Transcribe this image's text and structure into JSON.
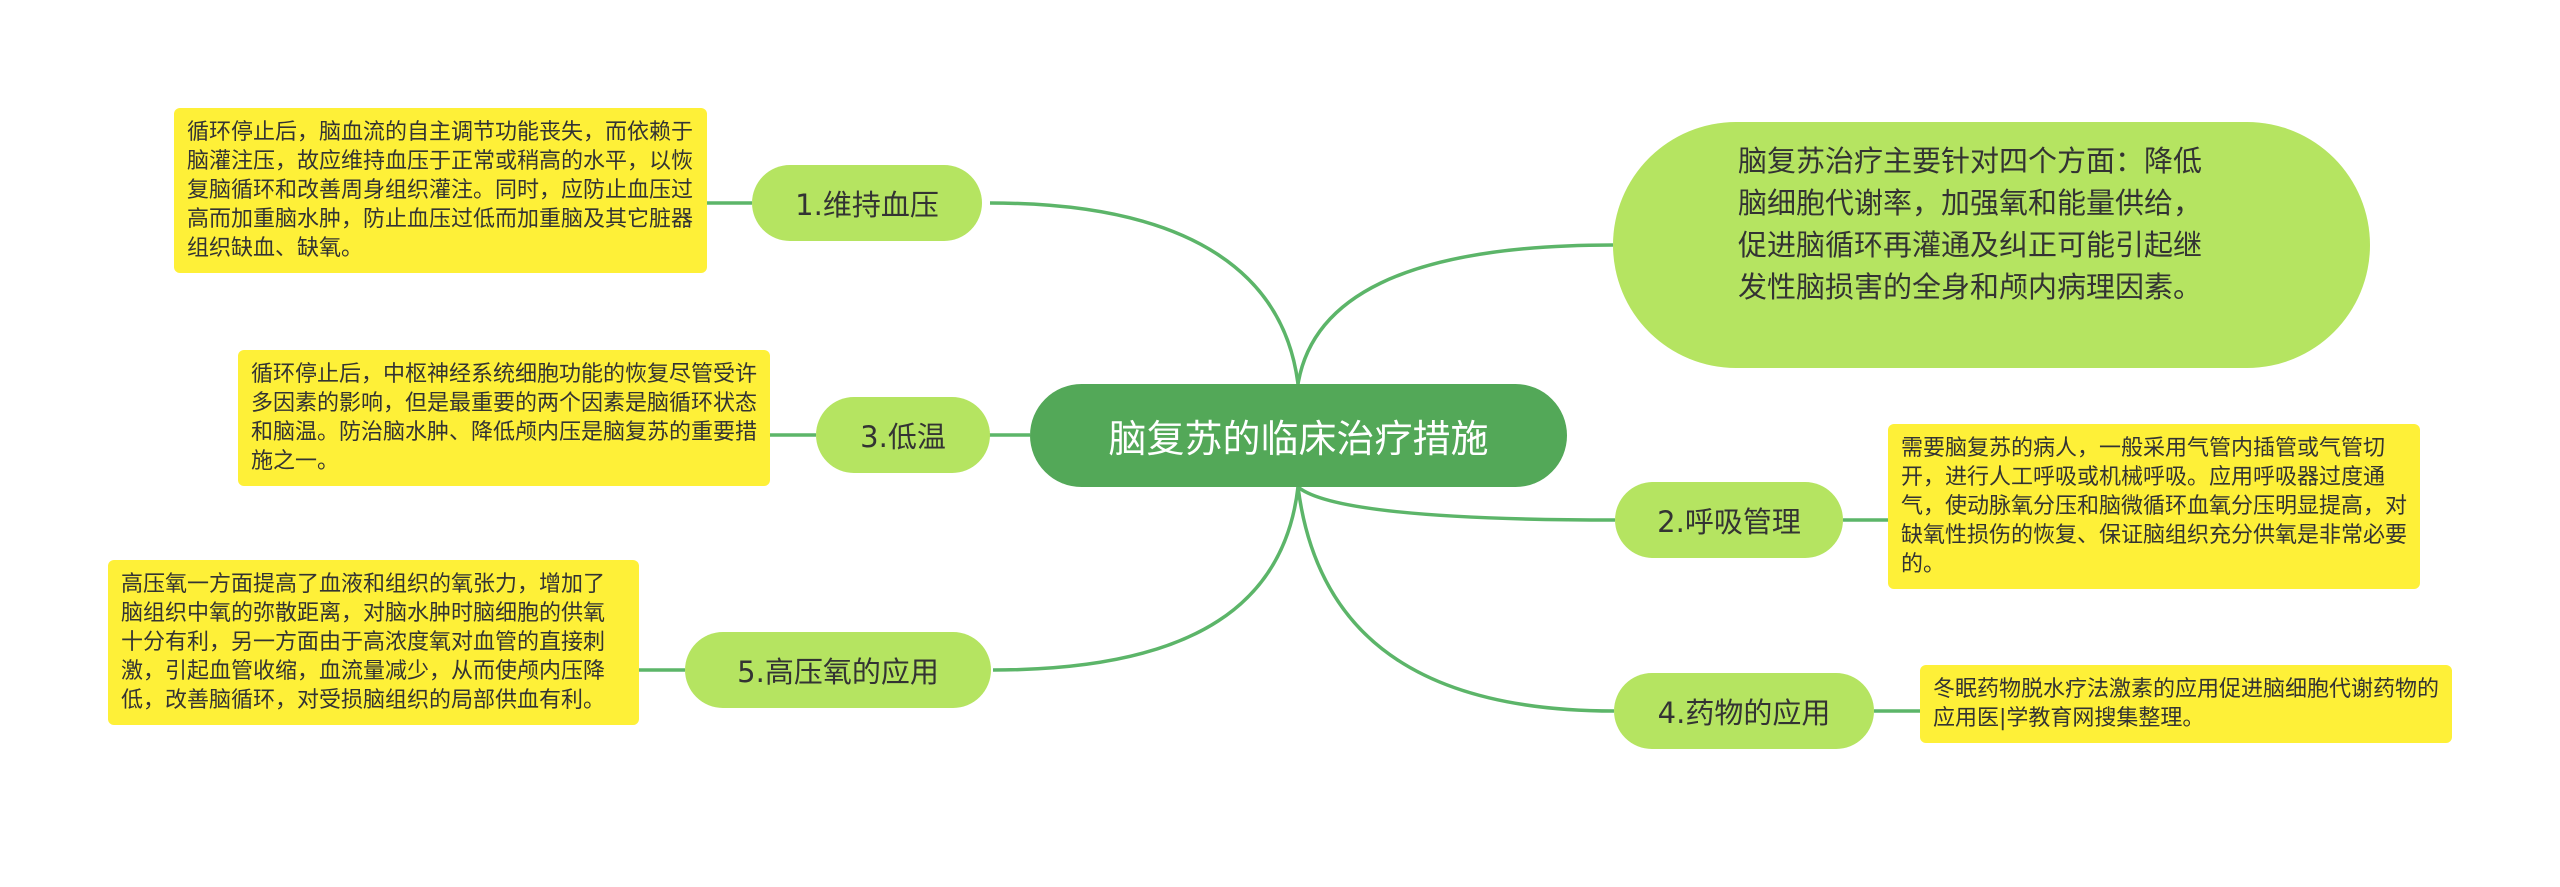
{
  "central_topic": "脑复苏的临床治疗措施",
  "summary": "脑复苏治疗主要针对四个方面：降低脑细胞代谢率，加强氧和能量供给，促进脑循环再灌通及纠正可能引起继发性脑损害的全身和颅内病理因素。",
  "branches": [
    {
      "label": "1.维持血压",
      "note": "循环停止后，脑血流的自主调节功能丧失，而依赖于脑灌注压，故应维持血压于正常或稍高的水平，以恢复脑循环和改善周身组织灌注。同时，应防止血压过高而加重脑水肿，防止血压过低而加重脑及其它脏器组织缺血、缺氧。"
    },
    {
      "label": "3.低温",
      "note": "循环停止后，中枢神经系统细胞功能的恢复尽管受许多因素的影响，但是最重要的两个因素是脑循环状态和脑温。防治脑水肿、降低颅内压是脑复苏的重要措施之一。"
    },
    {
      "label": "5.高压氧的应用",
      "note": "高压氧一方面提高了血液和组织的氧张力，增加了脑组织中氧的弥散距离，对脑水肿时脑细胞的供氧十分有利，另一方面由于高浓度氧对血管的直接刺激，引起血管收缩，血流量减少，从而使颅内压降低，改善脑循环，对受损脑组织的局部供血有利。"
    },
    {
      "label": "2.呼吸管理",
      "note": "需要脑复苏的病人，一般采用气管内插管或气管切开，进行人工呼吸或机械呼吸。应用呼吸器过度通气，使动脉氧分压和脑微循环血氧分压明显提高，对缺氧性损伤的恢复、保证脑组织充分供氧是非常必要的。"
    },
    {
      "label": "4.药物的应用",
      "note": "冬眠药物脱水疗法激素的应用促进脑细胞代谢药物的应用医|学教育网搜集整理。"
    }
  ],
  "colors": {
    "central_fill": "#53a858",
    "topic_fill": "#b5e461",
    "note_fill": "#fef038",
    "connector": "#5cb569"
  }
}
